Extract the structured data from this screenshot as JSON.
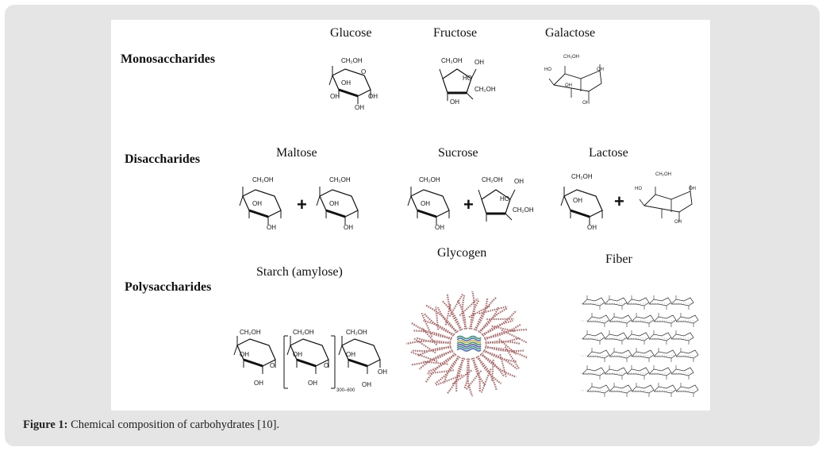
{
  "figure": {
    "caption_label": "Figure 1:",
    "caption_text": " Chemical composition of carbohydrates [10]."
  },
  "rows": {
    "monosaccharides": "Monosaccharides",
    "disaccharides": "Disaccharides",
    "polysaccharides": "Polysaccharides"
  },
  "mono": {
    "glucose": "Glucose",
    "fructose": "Fructose",
    "galactose": "Galactose"
  },
  "di": {
    "maltose": "Maltose",
    "sucrose": "Sucrose",
    "lactose": "Lactose"
  },
  "poly": {
    "starch": "Starch (amylose)",
    "glycogen": "Glycogen",
    "fiber": "Fiber"
  },
  "chem": {
    "ch2oh": "CH₂OH",
    "oh": "OH",
    "ho": "HO",
    "o": "O",
    "h": "H",
    "plus": "+",
    "repeat": "300–600"
  },
  "colors": {
    "background": "#e5e5e5",
    "panel": "#ffffff",
    "glycogen": "#b06a6a",
    "protein": "#3a9a6a"
  }
}
